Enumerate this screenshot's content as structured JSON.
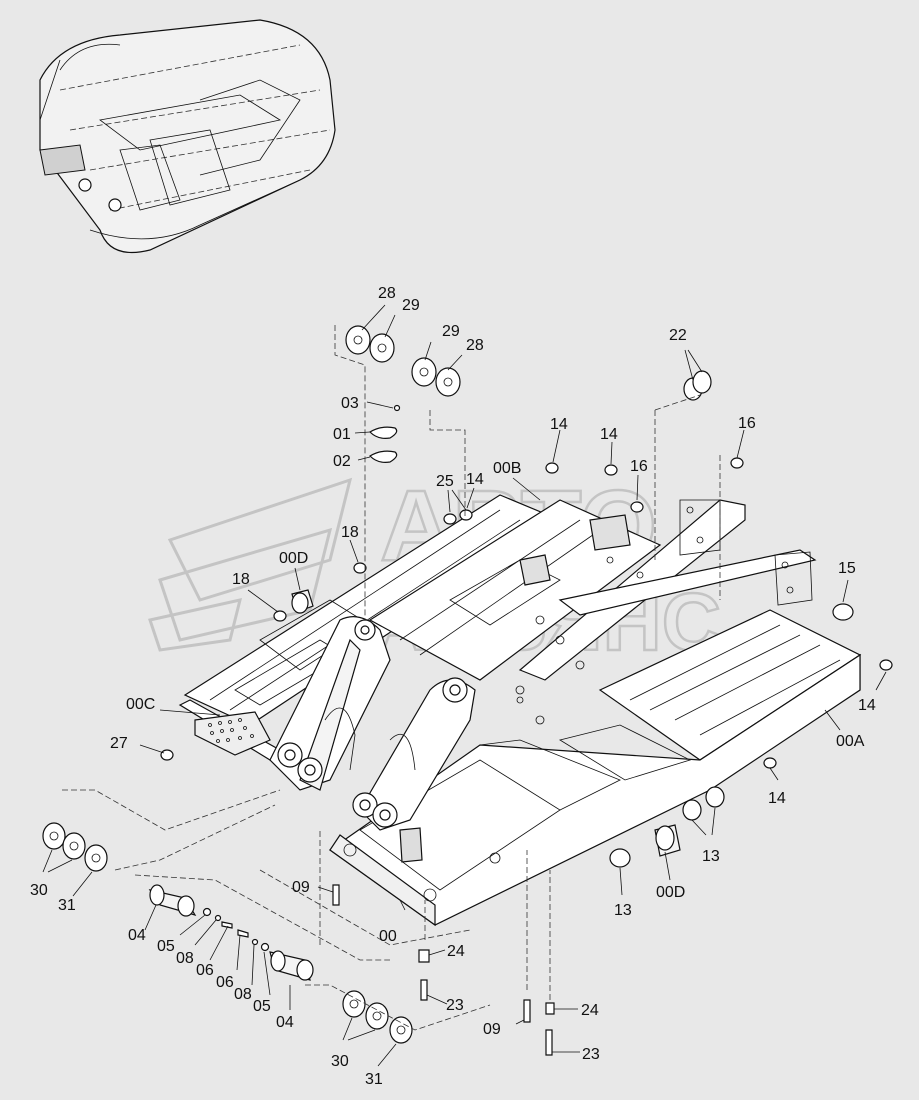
{
  "watermark": {
    "line1": "АВТО",
    "line2": "АЛЬЯНС"
  },
  "callouts": {
    "c28a": "28",
    "c29a": "29",
    "c29b": "29",
    "c28b": "28",
    "c03": "03",
    "c01": "01",
    "c02": "02",
    "c22": "22",
    "c14a": "14",
    "c14b": "14",
    "c16a": "16",
    "c16b": "16",
    "c25": "25",
    "c14c": "14",
    "c00B": "00B",
    "c18a": "18",
    "c00Da": "00D",
    "c18b": "18",
    "c15": "15",
    "c14d": "14",
    "c00C": "00C",
    "c27": "27",
    "c00A": "00A",
    "c14e": "14",
    "c13a": "13",
    "c13b": "13",
    "c00Db": "00D",
    "c30a": "30",
    "c31a": "31",
    "c04a": "04",
    "c05a": "05",
    "c08a": "08",
    "c06a": "06",
    "c06b": "06",
    "c08b": "08",
    "c05b": "05",
    "c04b": "04",
    "c09a": "09",
    "c00": "00",
    "c24a": "24",
    "c23a": "23",
    "c09b": "09",
    "c24b": "24",
    "c23b": "23",
    "c30b": "30",
    "c31b": "31"
  }
}
